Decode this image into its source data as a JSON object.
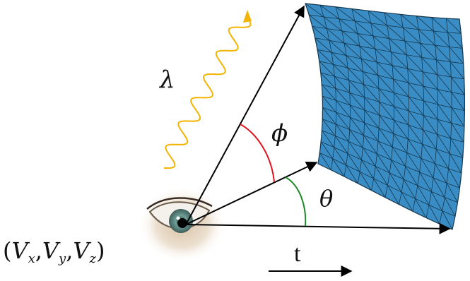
{
  "labels": {
    "wavelength": "λ",
    "phi": "ϕ",
    "theta": "θ",
    "time": "t",
    "viewpoint_open": "(",
    "v": "V",
    "sub_x": "x",
    "sub_y": "y",
    "sub_z": "z",
    "comma": ",",
    "viewpoint_close": ")"
  },
  "colors": {
    "surface": "#3a8cc4",
    "mesh_line": "#14384f",
    "arrows": "#000000",
    "wave": "#f2b400",
    "phi_arc": "#e0131d",
    "theta_arc": "#1e8a2a",
    "iris": "#6f9f98"
  },
  "icons": {
    "eye": "eye-image",
    "wave": "light-wave"
  }
}
